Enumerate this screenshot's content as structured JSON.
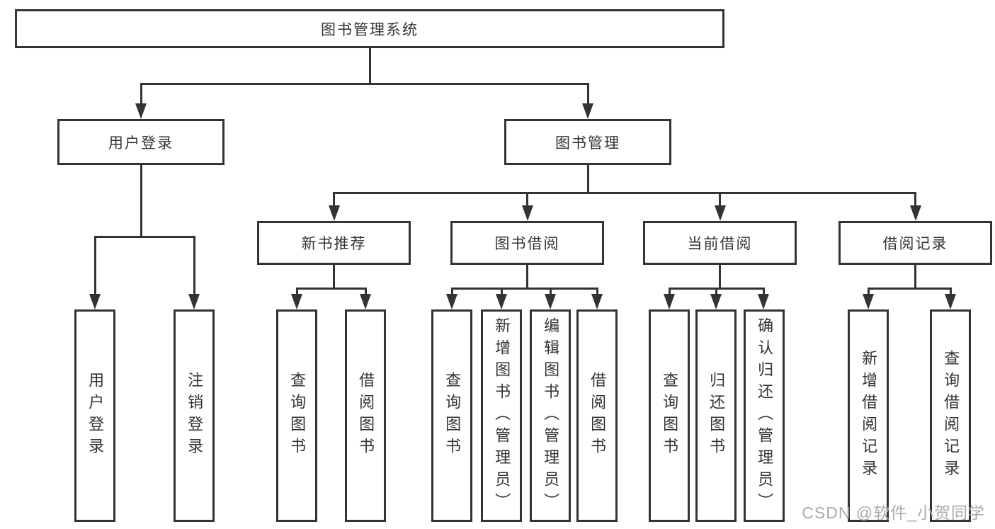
{
  "diagram": {
    "type": "hierarchy-tree",
    "orientation": "top-down",
    "tree": {
      "label": "图书管理系统",
      "children": [
        {
          "label": "用户登录",
          "children": [
            {
              "label": "用户登录"
            },
            {
              "label": "注销登录"
            }
          ]
        },
        {
          "label": "图书管理",
          "children": [
            {
              "label": "新书推荐",
              "children": [
                {
                  "label": "查询图书"
                },
                {
                  "label": "借阅图书"
                }
              ]
            },
            {
              "label": "图书借阅",
              "children": [
                {
                  "label": "查询图书"
                },
                {
                  "label": "新增图书（管理员）"
                },
                {
                  "label": "编辑图书（管理员）"
                },
                {
                  "label": "借阅图书"
                }
              ]
            },
            {
              "label": "当前借阅",
              "children": [
                {
                  "label": "查询图书"
                },
                {
                  "label": "归还图书"
                },
                {
                  "label": "确认归还（管理员）"
                }
              ]
            },
            {
              "label": "借阅记录",
              "children": [
                {
                  "label": "新增借阅记录"
                },
                {
                  "label": "查询借阅记录"
                }
              ]
            }
          ]
        }
      ]
    },
    "colors": {
      "line": "#333333",
      "box_border": "#333333",
      "text": "#333333",
      "background": "#ffffff",
      "watermark": "#ababab"
    }
  },
  "watermark": "CSDN @软件_小贺同学"
}
